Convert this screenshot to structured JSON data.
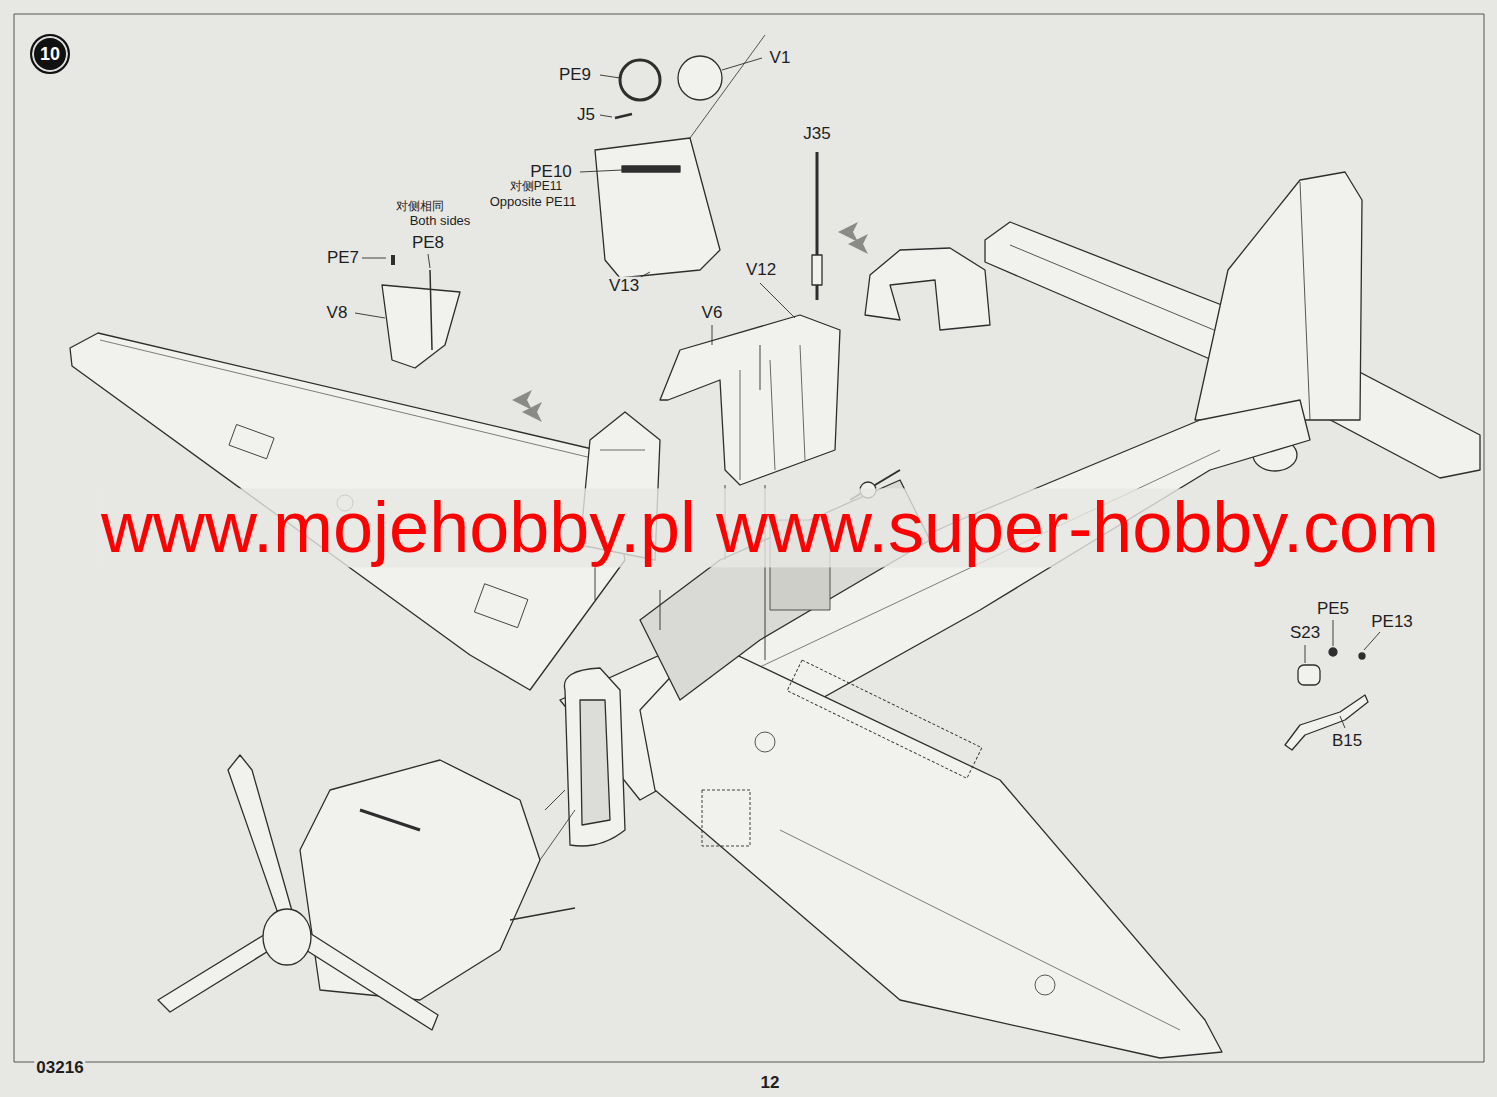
{
  "diagram": {
    "nodes": [
      {
        "text": [
          "10"
        ]
      }
    ],
    "labels": [
      "PE9",
      "V1",
      "J5",
      "PE10",
      "对侧PE11",
      "Opposite PE11",
      "J35",
      "对侧相同",
      "Both sides",
      "PE7",
      "PE8",
      "V8",
      "V13",
      "V12",
      "V6",
      "www.mojehobby.pl www.super-hobby.com",
      "S23",
      "PE5",
      "PE13",
      "B15",
      "03216",
      "12"
    ]
  }
}
